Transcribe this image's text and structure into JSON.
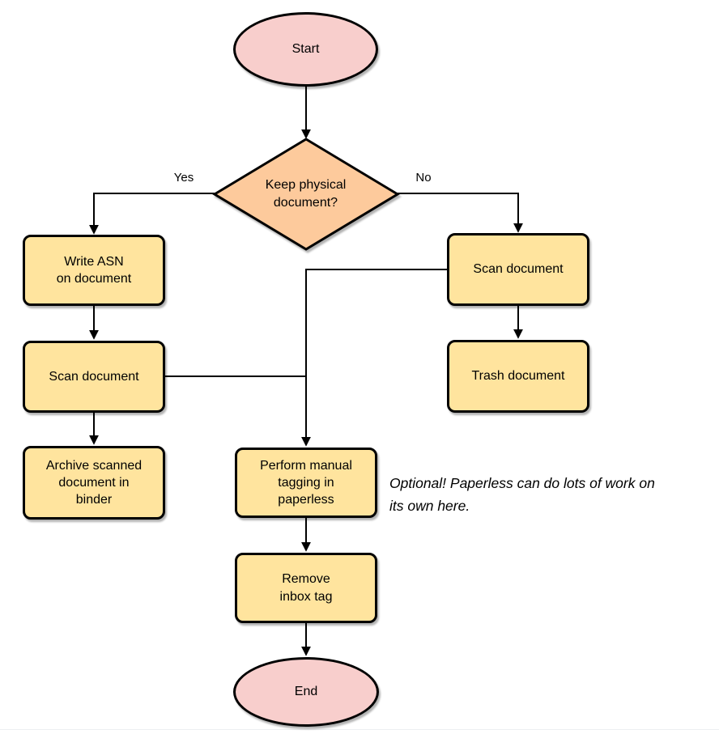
{
  "colors": {
    "terminal_fill": "#f8cecc",
    "decision_fill": "#fdca9c",
    "process_fill": "#ffe49e",
    "stroke": "#000000"
  },
  "nodes": {
    "start": {
      "label": "Start"
    },
    "decision": {
      "label": "Keep physical\ndocument?"
    },
    "write_asn": {
      "label": "Write ASN\non document"
    },
    "scan_left": {
      "label": "Scan document"
    },
    "archive": {
      "label": "Archive scanned\ndocument in\nbinder"
    },
    "scan_right": {
      "label": "Scan document"
    },
    "trash": {
      "label": "Trash document"
    },
    "perform_tagging": {
      "label": "Perform manual\ntagging in\npaperless"
    },
    "remove_inbox": {
      "label": "Remove\ninbox tag"
    },
    "end": {
      "label": "End"
    }
  },
  "edge_labels": {
    "yes": "Yes",
    "no": "No"
  },
  "annotation": {
    "text": "Optional! Paperless can do lots of work on\nits own here."
  }
}
